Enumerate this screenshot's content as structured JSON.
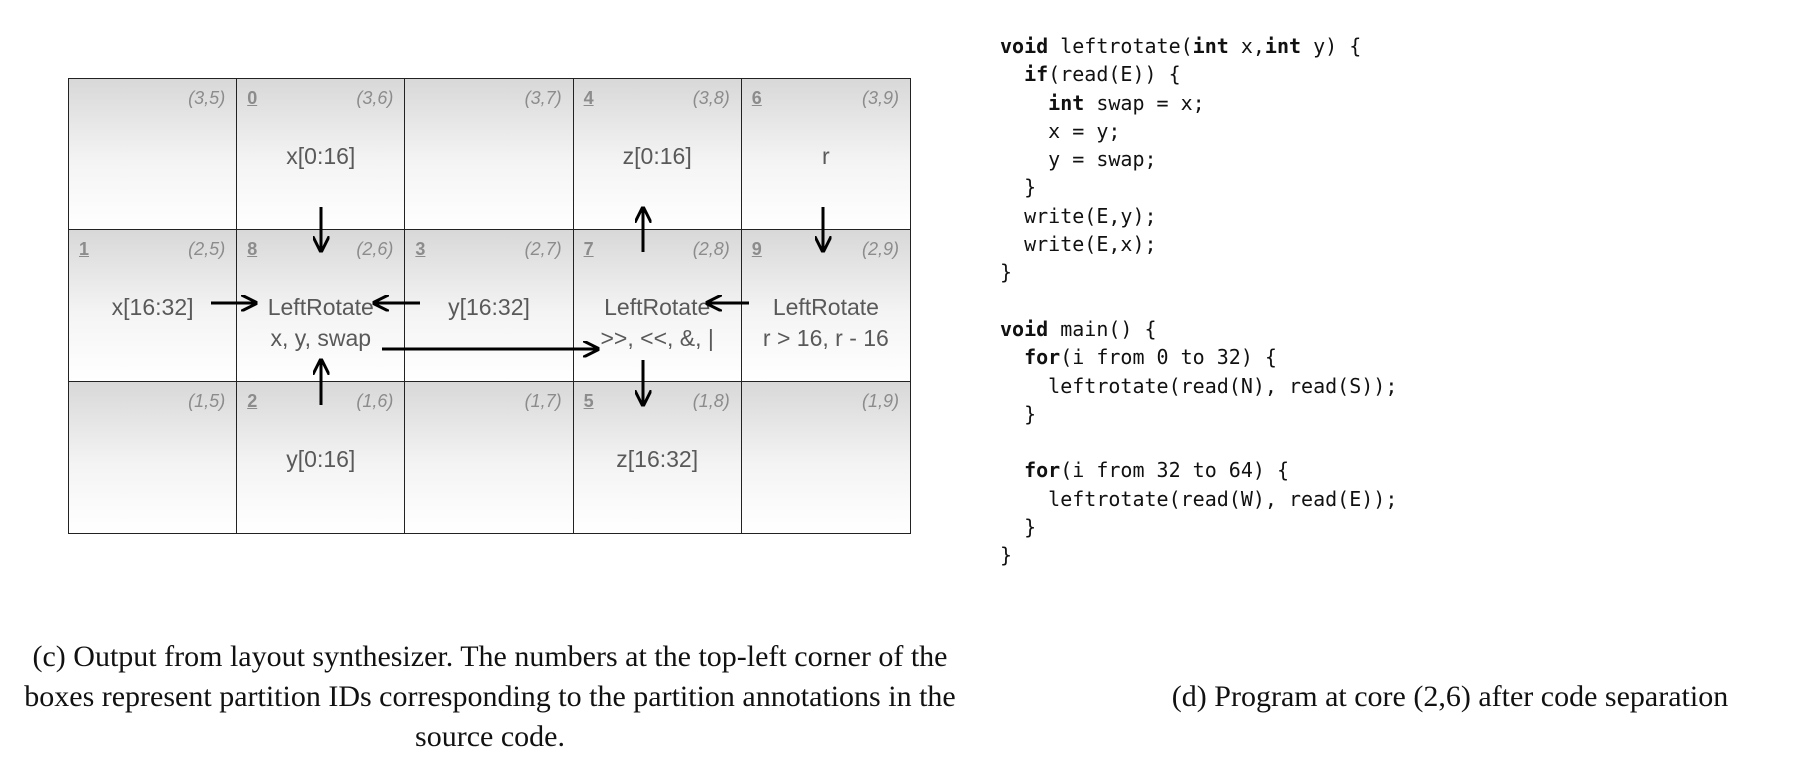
{
  "grid": {
    "cells": [
      {
        "pid": "",
        "coord": "(3,5)",
        "lines": []
      },
      {
        "pid": "0",
        "coord": "(3,6)",
        "lines": [
          "x[0:16]"
        ]
      },
      {
        "pid": "",
        "coord": "(3,7)",
        "lines": []
      },
      {
        "pid": "4",
        "coord": "(3,8)",
        "lines": [
          "z[0:16]"
        ]
      },
      {
        "pid": "6",
        "coord": "(3,9)",
        "lines": [
          "r"
        ]
      },
      {
        "pid": "1",
        "coord": "(2,5)",
        "lines": [
          "x[16:32]"
        ]
      },
      {
        "pid": "8",
        "coord": "(2,6)",
        "lines": [
          "LeftRotate",
          "x, y, swap"
        ]
      },
      {
        "pid": "3",
        "coord": "(2,7)",
        "lines": [
          "y[16:32]"
        ]
      },
      {
        "pid": "7",
        "coord": "(2,8)",
        "lines": [
          "LeftRotate",
          ">>, <<, &, |"
        ]
      },
      {
        "pid": "9",
        "coord": "(2,9)",
        "lines": [
          "LeftRotate",
          "r > 16, r - 16"
        ]
      },
      {
        "pid": "",
        "coord": "(1,5)",
        "lines": []
      },
      {
        "pid": "2",
        "coord": "(1,6)",
        "lines": [
          "y[0:16]"
        ]
      },
      {
        "pid": "",
        "coord": "(1,7)",
        "lines": []
      },
      {
        "pid": "5",
        "coord": "(1,8)",
        "lines": [
          "z[16:32]"
        ]
      },
      {
        "pid": "",
        "coord": "(1,9)",
        "lines": []
      }
    ]
  },
  "code": {
    "lines": [
      [
        {
          "t": "void",
          "k": true
        },
        {
          "t": " leftrotate("
        },
        {
          "t": "int",
          "k": true
        },
        {
          "t": " x,"
        },
        {
          "t": "int",
          "k": true
        },
        {
          "t": " y) {"
        }
      ],
      [
        {
          "t": "  "
        },
        {
          "t": "if",
          "k": true
        },
        {
          "t": "(read(E)) {"
        }
      ],
      [
        {
          "t": "    "
        },
        {
          "t": "int",
          "k": true
        },
        {
          "t": " swap = x;"
        }
      ],
      [
        {
          "t": "    x = y;"
        }
      ],
      [
        {
          "t": "    y = swap;"
        }
      ],
      [
        {
          "t": "  }"
        }
      ],
      [
        {
          "t": "  write(E,y);"
        }
      ],
      [
        {
          "t": "  write(E,x);"
        }
      ],
      [
        {
          "t": "}"
        }
      ],
      [],
      [
        {
          "t": "void",
          "k": true
        },
        {
          "t": " main() {"
        }
      ],
      [
        {
          "t": "  "
        },
        {
          "t": "for",
          "k": true
        },
        {
          "t": "(i from 0 to 32) {"
        }
      ],
      [
        {
          "t": "    leftrotate(read(N), read(S));"
        }
      ],
      [
        {
          "t": "  }"
        }
      ],
      [],
      [
        {
          "t": "  "
        },
        {
          "t": "for",
          "k": true
        },
        {
          "t": "(i from 32 to 64) {"
        }
      ],
      [
        {
          "t": "    leftrotate(read(W), read(E));"
        }
      ],
      [
        {
          "t": "  }"
        }
      ],
      [
        {
          "t": "}"
        }
      ]
    ]
  },
  "captions": {
    "c": "(c) Output from layout synthesizer. The numbers at the top-left corner of the boxes represent partition IDs corresponding to the partition annotations in the source code.",
    "d": "(d) Program at core (2,6) after code separation"
  },
  "colors": {
    "label": "#8c8c8c",
    "content": "#595959",
    "arrow": "#000000",
    "grid_line": "#222222"
  }
}
